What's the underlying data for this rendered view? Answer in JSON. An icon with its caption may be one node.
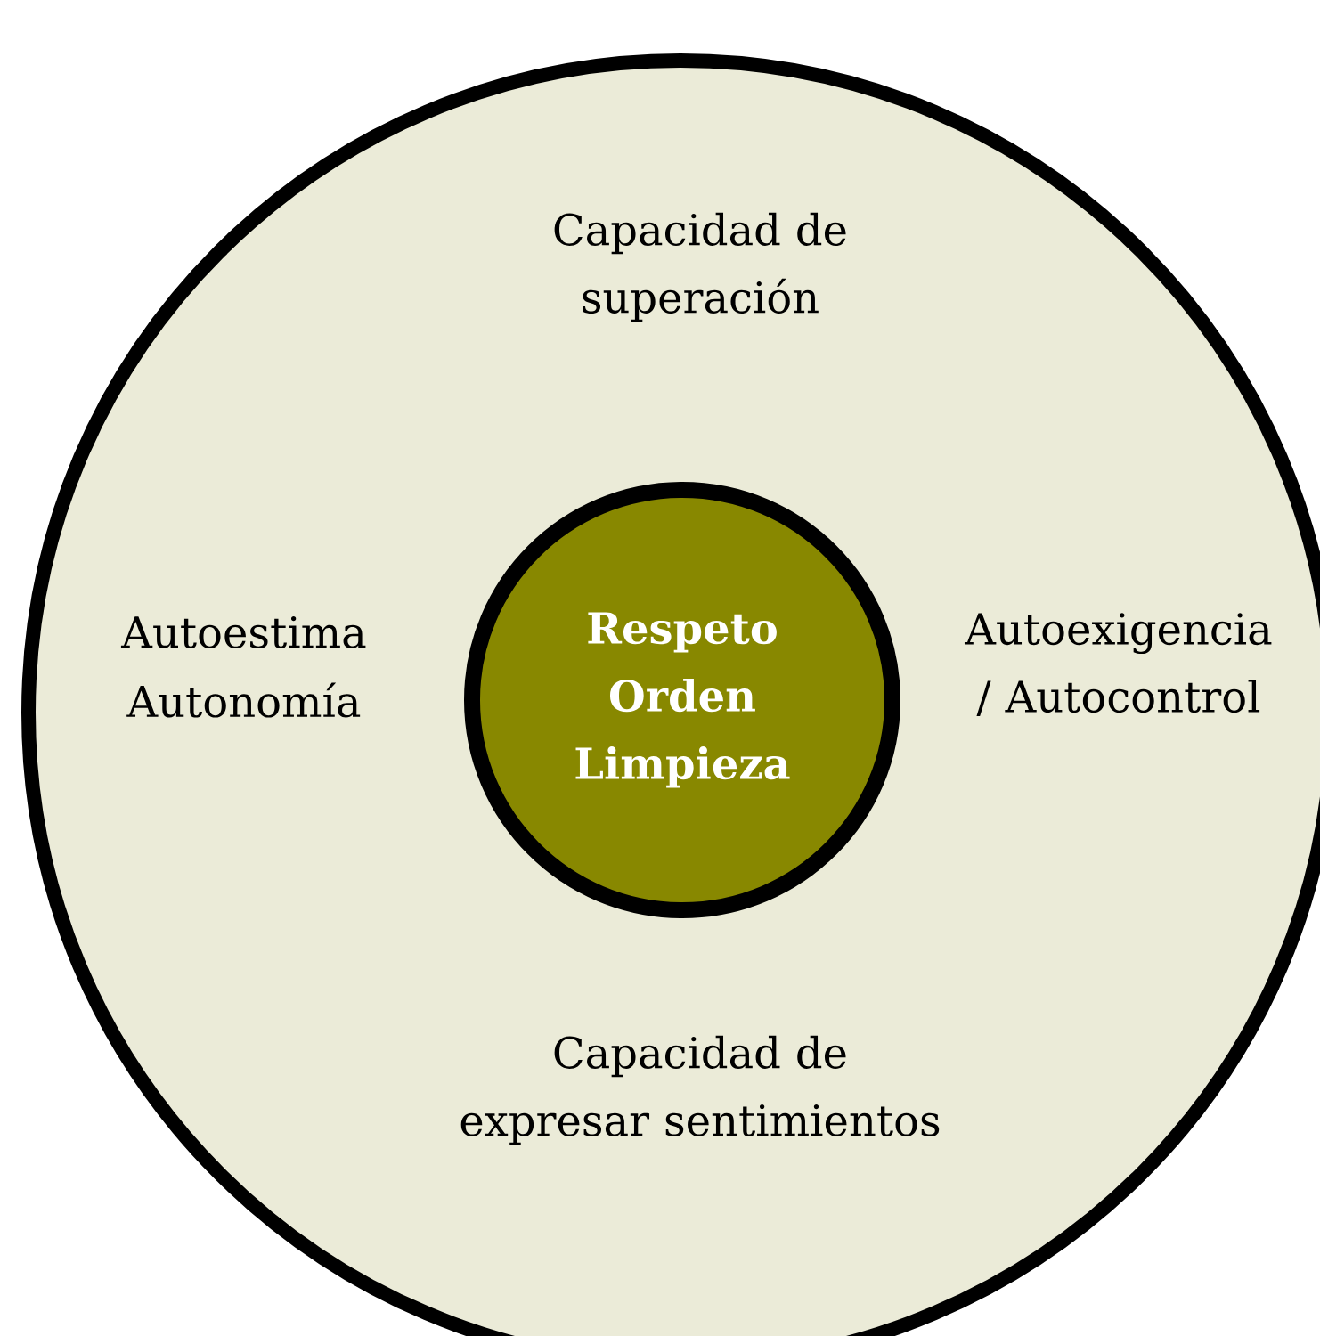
{
  "diagram": {
    "nodes": [
      {
        "text": [
          "Capacidad de superación",
          "Autoestima",
          "Autonomía",
          "Autoexigencia / Autocontrol",
          "Capacidad de expresar sentimientos"
        ]
      },
      {
        "text": [
          "Respeto",
          "Orden",
          "Limpieza"
        ],
        "in": 0
      }
    ]
  }
}
